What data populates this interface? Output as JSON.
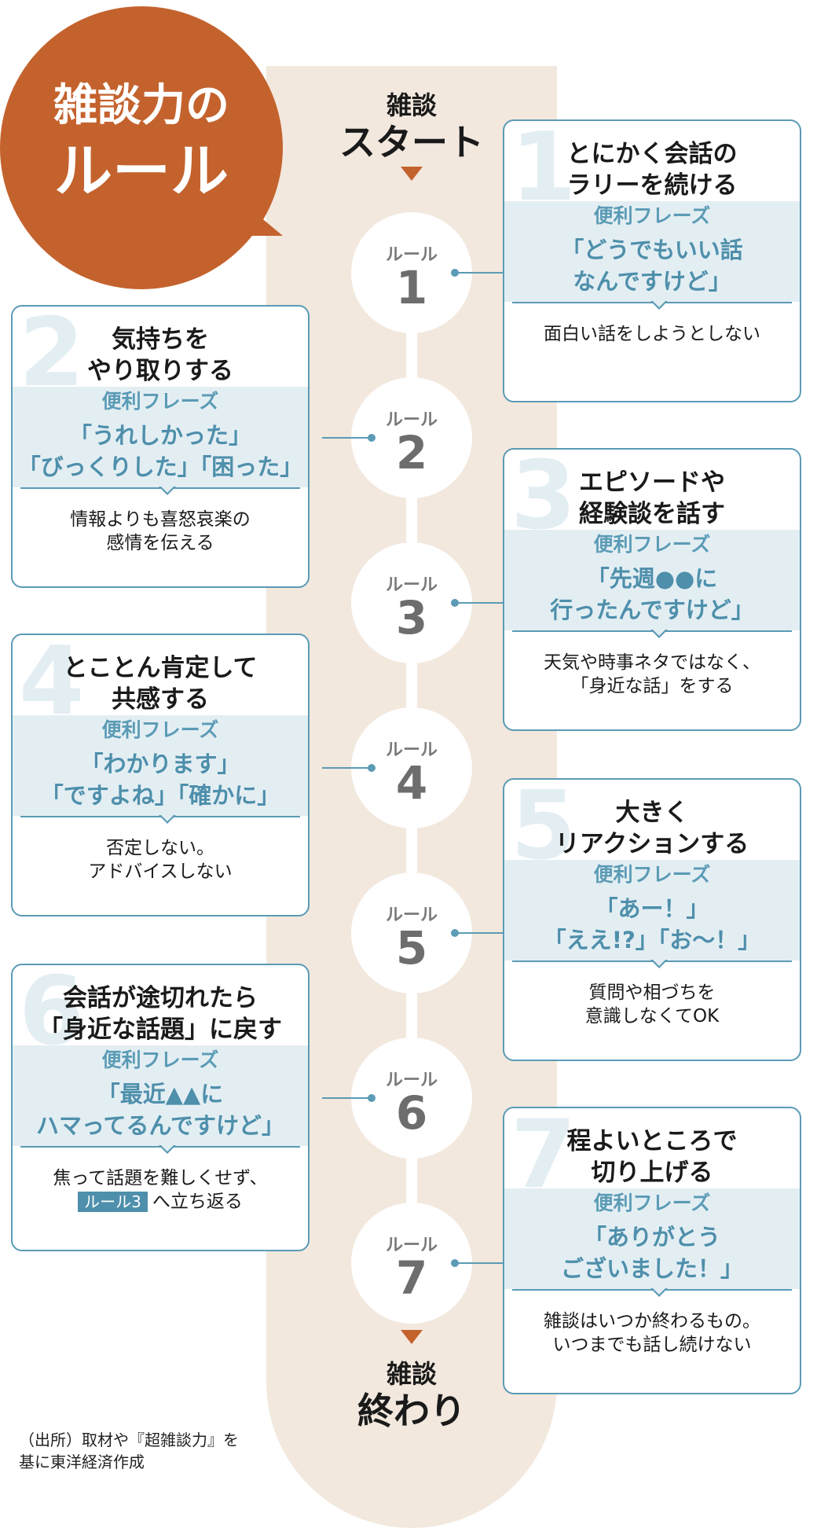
{
  "header": {
    "title_line1": "雑談力の",
    "title_line2": "ルール"
  },
  "start": {
    "small": "雑談",
    "big": "スタート"
  },
  "end": {
    "small": "雑談",
    "big": "終わり"
  },
  "node_label": "ルール",
  "phrase_label": "便利フレーズ",
  "rules": [
    {
      "num": "1",
      "title": [
        "とにかく会話の",
        "ラリーを続ける"
      ],
      "phrases": [
        "「どうでもいい話",
        "なんですけど」"
      ],
      "tip": [
        "面白い話をしようとしない"
      ]
    },
    {
      "num": "2",
      "title": [
        "気持ちを",
        "やり取りする"
      ],
      "phrases": [
        "「うれしかった」",
        "「びっくりした」「困った」"
      ],
      "tip": [
        "情報よりも喜怒哀楽の",
        "感情を伝える"
      ]
    },
    {
      "num": "3",
      "title": [
        "エピソードや",
        "経験談を話す"
      ],
      "phrases": [
        "「先週●●に",
        "行ったんですけど」"
      ],
      "tip": [
        "天気や時事ネタではなく、",
        "「身近な話」をする"
      ]
    },
    {
      "num": "4",
      "title": [
        "とことん肯定して",
        "共感する"
      ],
      "phrases": [
        "「わかります」",
        "「ですよね」「確かに」"
      ],
      "tip": [
        "否定しない。",
        "アドバイスしない"
      ]
    },
    {
      "num": "5",
      "title": [
        "大きく",
        "リアクションする"
      ],
      "phrases": [
        "「あー！」",
        "「ええ!?」「お～！」"
      ],
      "tip": [
        "質問や相づちを",
        "意識しなくてOK"
      ]
    },
    {
      "num": "6",
      "title": [
        "会話が途切れたら",
        "「身近な話題」に戻す"
      ],
      "phrases": [
        "「最近▲▲に",
        "ハマってるんですけど」"
      ],
      "tip": [
        "焦って話題を難しくせず、"
      ],
      "tip_badge": "ルール3",
      "tip_after": "へ立ち返る"
    },
    {
      "num": "7",
      "title": [
        "程よいところで",
        "切り上げる"
      ],
      "phrases": [
        "「ありがとう",
        "ございました！」"
      ],
      "tip": [
        "雑談はいつか終わるもの。",
        "いつまでも話し続けない"
      ]
    }
  ],
  "source": [
    "（出所）取材や『超雑談力』を",
    "基に東洋経済作成"
  ],
  "colors": {
    "accent": "#c4622d",
    "blue": "#5b9bb5",
    "track": "#f2e8de",
    "phrase_bg": "#e3eef3"
  }
}
